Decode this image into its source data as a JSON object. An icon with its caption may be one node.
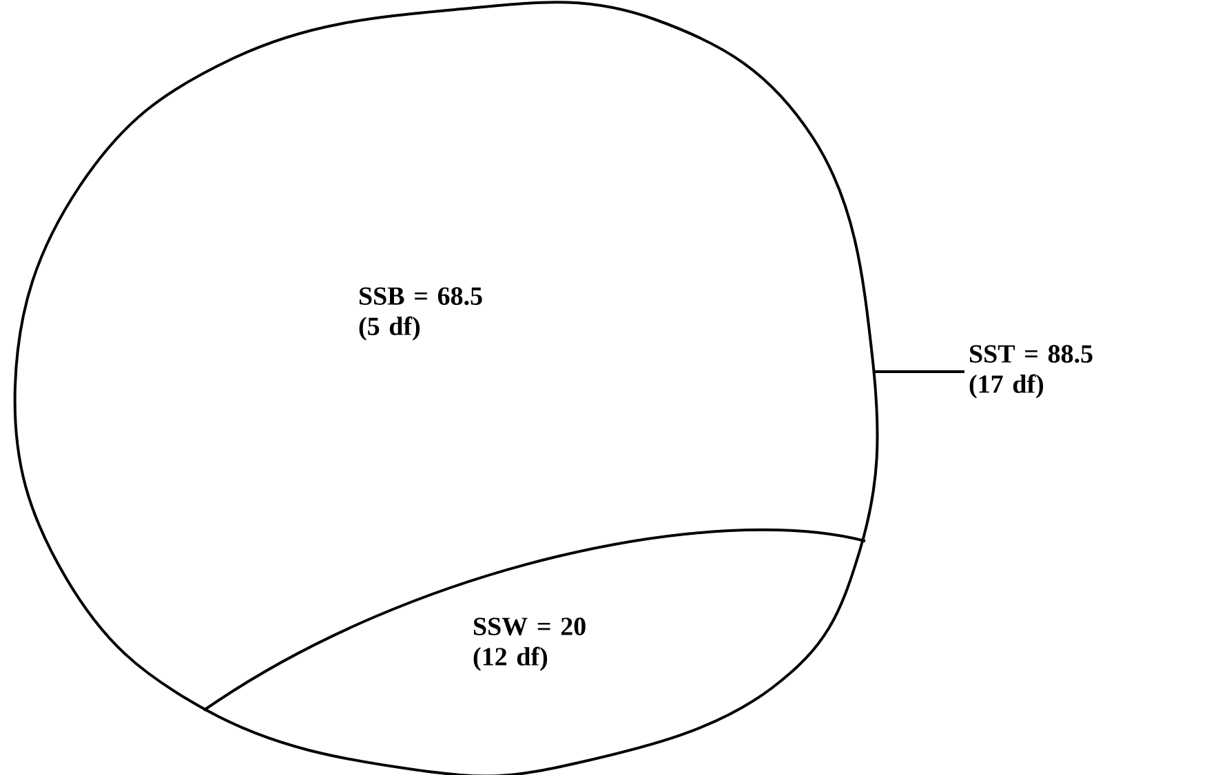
{
  "diagram": {
    "nodes": [
      {
        "text": [],
        "shape": "circle"
      },
      {
        "text": [
          "SSB = 68.5 (5 df)"
        ],
        "in": 0
      },
      {
        "text": [
          "SSW = 20 (12 df)"
        ],
        "in": 0
      },
      {
        "text": [
          "SST = 88.5 (17 df)"
        ]
      }
    ],
    "edges": [
      {
        "from": 3,
        "to": 0,
        "arrow": "none"
      }
    ]
  }
}
